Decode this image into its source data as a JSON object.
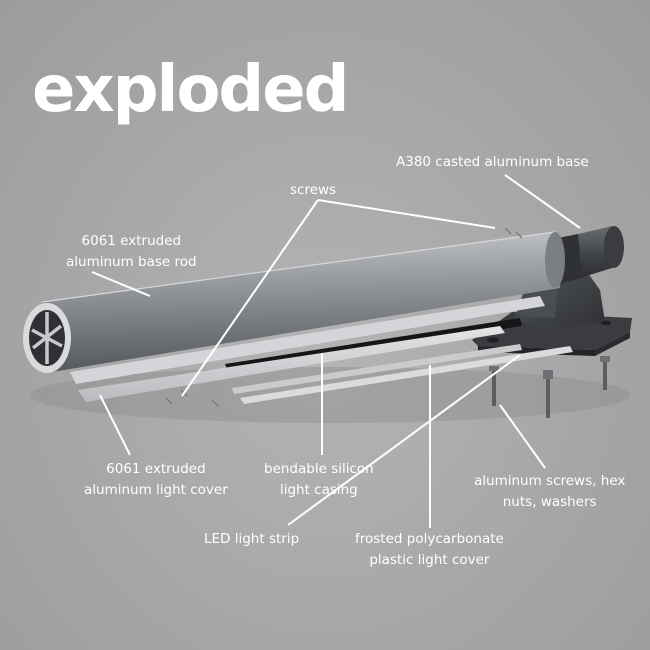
{
  "title": "exploded",
  "labels": {
    "base": "A380 casted aluminum base",
    "screws": "screws",
    "base_rod": {
      "line1": "6061 extruded",
      "line2": "aluminum base rod"
    },
    "light_cover": {
      "line1": "6061 extruded",
      "line2": "aluminum light cover"
    },
    "silicon_casing": {
      "line1": "bendable silicon",
      "line2": "light casing"
    },
    "hardware": {
      "line1": "aluminum screws, hex",
      "line2": "nuts, washers"
    },
    "led_strip": "LED light strip",
    "polycarbonate_cover": {
      "line1": "frosted polycarbonate",
      "line2": "plastic light cover"
    }
  },
  "colors": {
    "background": "#a9a9a9",
    "text": "#ffffff",
    "rod": "#8a8d91",
    "base": "#3b3d40",
    "led_strip": "#1a1a1a"
  }
}
